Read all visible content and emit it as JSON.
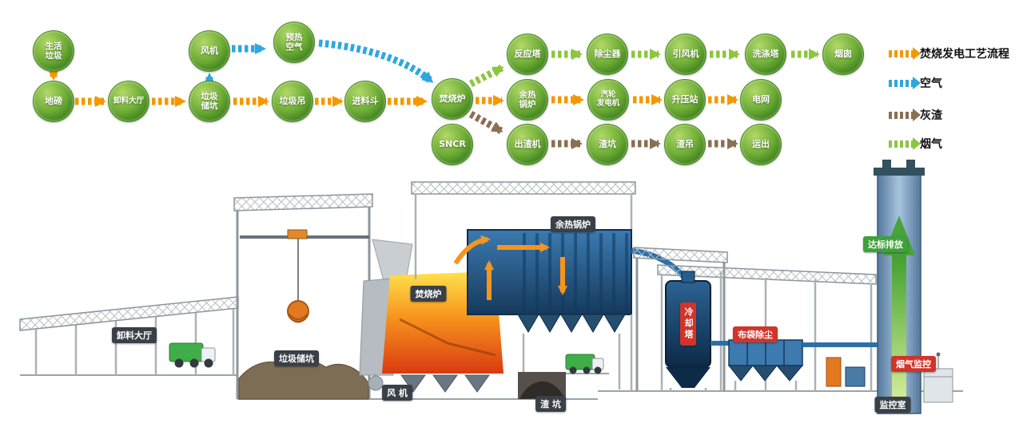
{
  "flowchart": {
    "nodes": {
      "household_waste": "生活\n垃圾",
      "weighbridge": "地磅",
      "unloading_hall": "卸料大厅",
      "fan": "风机",
      "preheated_air": "预热\n空气",
      "waste_pit": "垃圾\n储坑",
      "waste_crane": "垃圾吊",
      "feed_hopper": "进料斗",
      "incinerator": "焚烧炉",
      "sncr": "SNCR",
      "reaction_tower": "反应塔",
      "dust_collector": "除尘器",
      "induced_draft_fan": "引风机",
      "scrubber_tower": "洗涤塔",
      "chimney": "烟囱",
      "waste_heat_boiler": "余热\n锅炉",
      "turbine_generator": "汽轮\n发电机",
      "booster_station": "升压站",
      "power_grid": "电网",
      "slag_discharger": "出渣机",
      "slag_pit": "渣坑",
      "slag_crane": "渣吊",
      "transport_out": "运出"
    },
    "arrow_colors": {
      "process": "#f39800",
      "air": "#2ea7e0",
      "ash": "#8a6f52",
      "flue_gas": "#8cc63f"
    },
    "node_color": "#4f8c26"
  },
  "legend": {
    "items": [
      {
        "label": "焚烧发电工艺流程",
        "color": "#f39800"
      },
      {
        "label": "空气",
        "color": "#2ea7e0"
      },
      {
        "label": "灰渣",
        "color": "#8a6f52"
      },
      {
        "label": "烟气",
        "color": "#8cc63f"
      }
    ]
  },
  "plant": {
    "labels": {
      "unloading_hall": "卸料大厅",
      "waste_pit": "垃圾储坑",
      "fan": "风 机",
      "incinerator": "焚烧炉",
      "waste_heat_boiler": "余热锅炉",
      "slag_pit": "渣 坑",
      "cooling_tower": "冷却塔",
      "bag_filter": "布袋除尘",
      "flue_gas_monitoring": "烟气监控",
      "monitoring_room": "监控室",
      "standard_emission": "达标排放"
    }
  }
}
